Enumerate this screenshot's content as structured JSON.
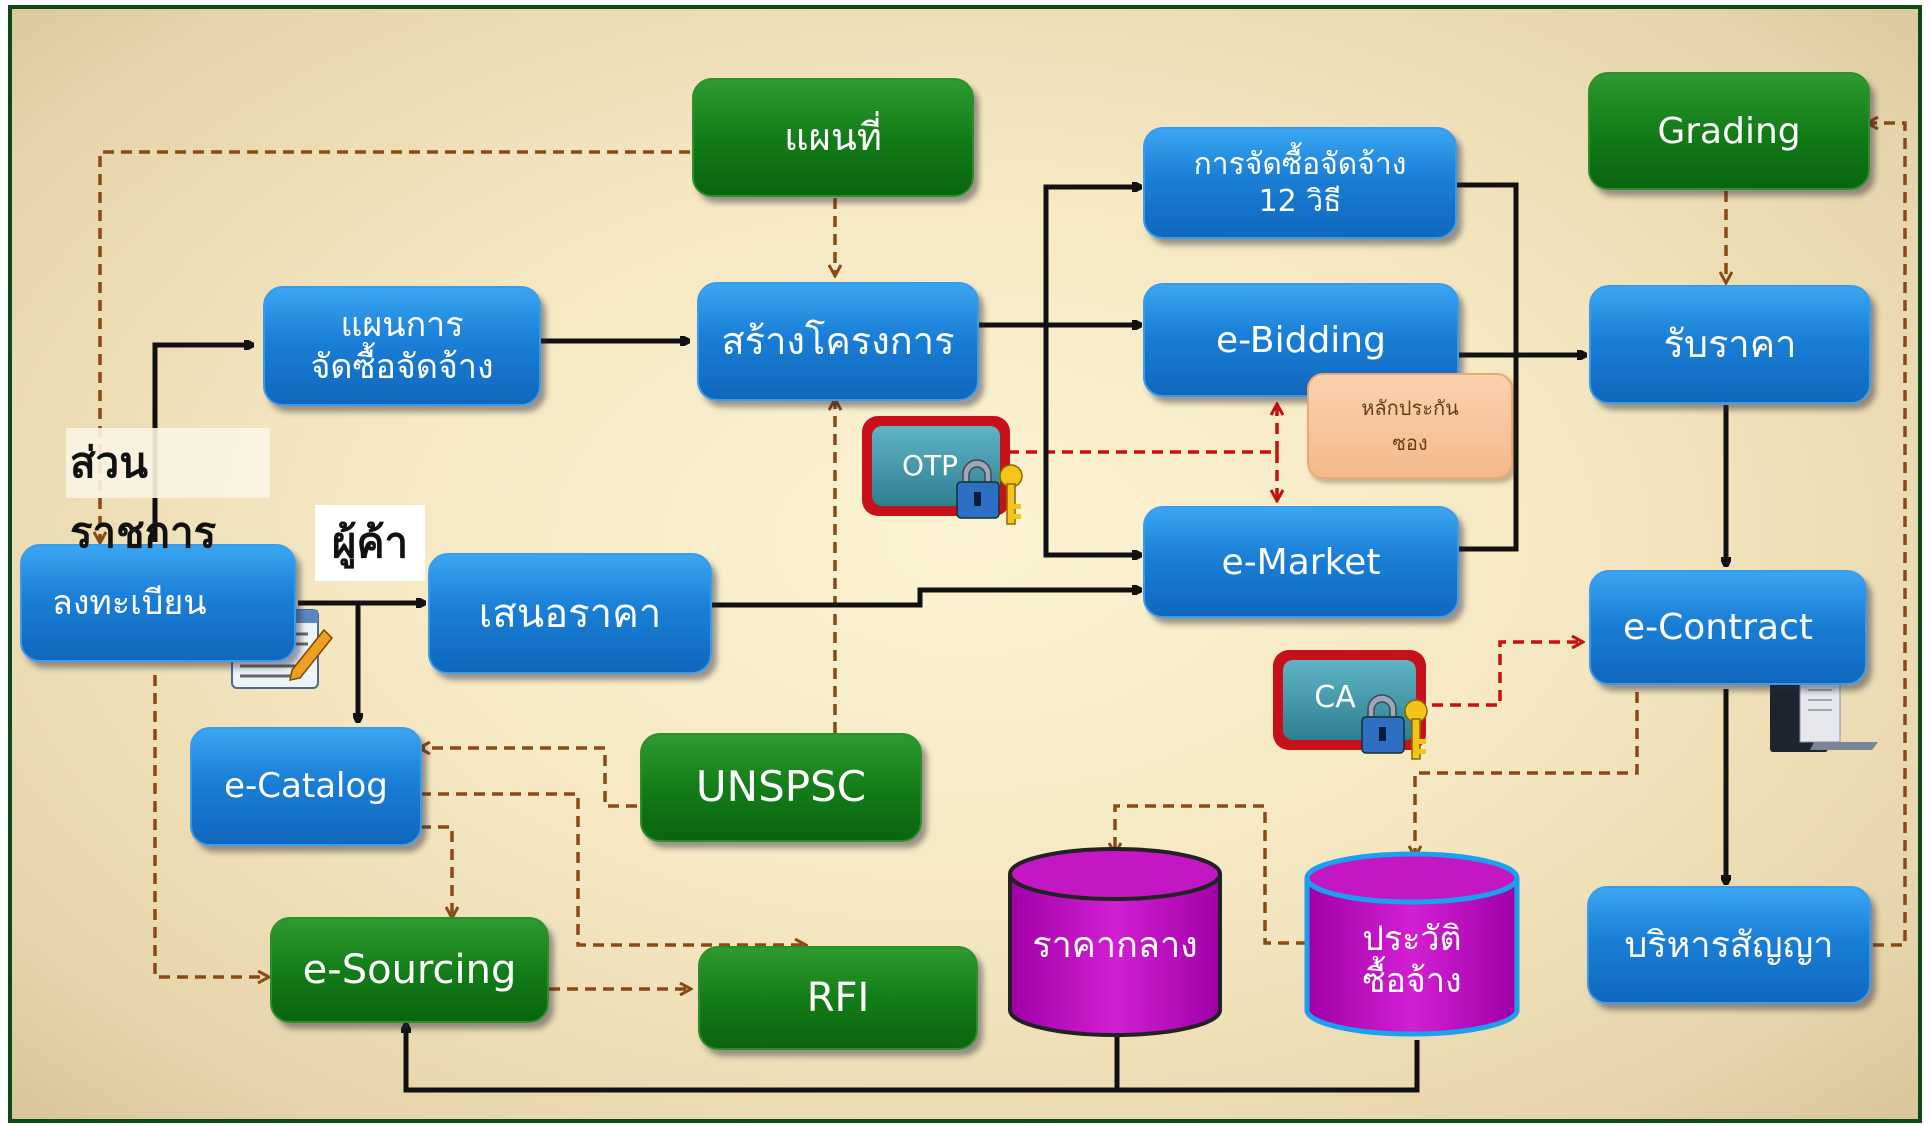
{
  "nodes": {
    "plan_map": "แผนที่",
    "grading": "Grading",
    "procurement_12": [
      "การจัดซื้อจัดจ้าง",
      "12 วิธี"
    ],
    "procurement_plan": [
      "แผนการ",
      "จัดซื้อจัดจ้าง"
    ],
    "create_project": "สร้างโครงการ",
    "e_bidding": "e-Bidding",
    "receive_price": "รับราคา",
    "guarantee": [
      "หลักประกัน",
      "ซอง"
    ],
    "otp": "OTP",
    "register": "ลงทะเบียน",
    "e_market": "e-Market",
    "offer_price": "เสนอราคา",
    "e_contract": "e-Contract",
    "ca": "CA",
    "e_catalog": "e-Catalog",
    "unspsc": "UNSPSC",
    "median_price": "ราคากลาง",
    "purchase_history": [
      "ประวัติ",
      "ซื้อจ้าง"
    ],
    "e_sourcing": "e-Sourcing",
    "rfi": "RFI",
    "contract_admin": "บริหารสัญญา"
  },
  "labels": {
    "government": "ส่วนราชการ",
    "vendor": "ผู้ค้า"
  },
  "colors": {
    "blue_node": "#1a7fd6",
    "green_node": "#137d18",
    "magenta_db": "#c010c0",
    "solid_arrow": "#111111",
    "brown_dashed": "#8a4a16",
    "red_dashed": "#c81010"
  },
  "icons": [
    "lock-key-icon",
    "registration-form-icon",
    "document-folder-icon"
  ]
}
